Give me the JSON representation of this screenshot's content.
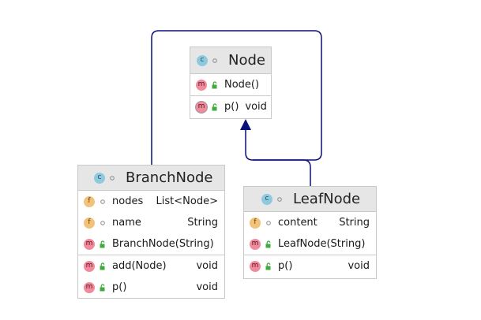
{
  "diagram": {
    "classes": [
      {
        "id": "node",
        "name": "Node",
        "sections": [
          [
            {
              "kind": "m",
              "name": "Node()",
              "type": "",
              "visibility": "public"
            }
          ],
          [
            {
              "kind": "m",
              "abstract": true,
              "name": "p()",
              "type": "void",
              "visibility": "public"
            }
          ]
        ]
      },
      {
        "id": "branchnode",
        "name": "BranchNode",
        "sections": [
          [
            {
              "kind": "f",
              "name": "nodes",
              "type": "List<Node>",
              "visibility": "package"
            },
            {
              "kind": "f",
              "name": "name",
              "type": "String",
              "visibility": "package"
            },
            {
              "kind": "m",
              "name": "BranchNode(String)",
              "type": "",
              "visibility": "public"
            }
          ],
          [
            {
              "kind": "m",
              "name": "add(Node)",
              "type": "void",
              "visibility": "public"
            },
            {
              "kind": "m",
              "name": "p()",
              "type": "void",
              "visibility": "public"
            }
          ]
        ]
      },
      {
        "id": "leafnode",
        "name": "LeafNode",
        "sections": [
          [
            {
              "kind": "f",
              "name": "content",
              "type": "String",
              "visibility": "package"
            },
            {
              "kind": "m",
              "name": "LeafNode(String)",
              "type": "",
              "visibility": "public"
            }
          ],
          [
            {
              "kind": "m",
              "name": "p()",
              "type": "void",
              "visibility": "public"
            }
          ]
        ]
      }
    ],
    "relations": [
      {
        "from": "branchnode",
        "to": "node",
        "type": "inheritance"
      },
      {
        "from": "leafnode",
        "to": "node",
        "type": "inheritance"
      }
    ],
    "colors": {
      "edge": "#0a0f7a",
      "header": "#e6e6e6",
      "border": "#c9c9c9",
      "class_icon": "#8fc9de",
      "method_icon": "#f08b9c",
      "field_icon": "#f3c27a",
      "public_lock": "#3faa3f"
    },
    "icons": {
      "class": "class-icon",
      "method": "method-icon",
      "field": "field-icon",
      "public": "unlocked-icon",
      "package": "package-dot-icon"
    }
  }
}
